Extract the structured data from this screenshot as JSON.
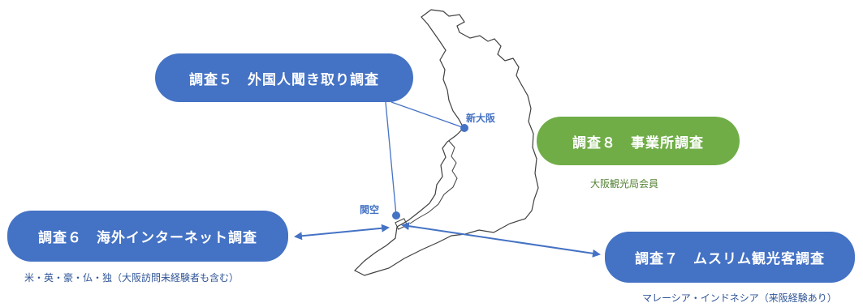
{
  "surveys": {
    "s5": {
      "label": "調査５　外国人聞き取り調査"
    },
    "s6": {
      "label": "調査６　海外インターネット調査",
      "note": "米・英・豪・仏・独（大阪訪問未経験者も含む）"
    },
    "s7": {
      "label": "調査７　ムスリム観光客調査",
      "note": "マレーシア・インドネシア（来阪経験あり）"
    },
    "s8": {
      "label": "調査８　事業所調査",
      "note": "大阪観光局会員"
    }
  },
  "places": {
    "shin_osaka": "新大阪",
    "kanku": "関空"
  },
  "colors": {
    "blue": "#4472c4",
    "green": "#70ad47",
    "map_outline": "#404040"
  }
}
